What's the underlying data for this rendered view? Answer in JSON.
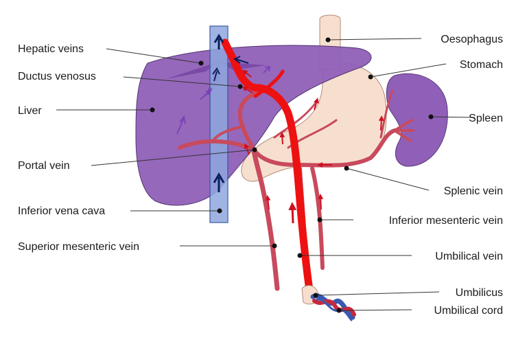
{
  "diagram": {
    "labels": {
      "hepatic_veins": "Hepatic veins",
      "ductus_venosus": "Ductus venosus",
      "liver": "Liver",
      "portal_vein": "Portal vein",
      "inferior_vena_cava": "Inferior vena cava",
      "superior_mesenteric_vein": "Superior mesenteric vein",
      "oesophagus": "Oesophagus",
      "stomach": "Stomach",
      "spleen": "Spleen",
      "splenic_vein": "Splenic vein",
      "inferior_mesenteric_vein": "Inferior mesenteric vein",
      "umbilical_vein": "Umbilical vein",
      "umbilicus": "Umbilicus",
      "umbilical_cord": "Umbilical cord"
    },
    "colors": {
      "liver": "#9060b8",
      "liver_dark": "#7a4aa6",
      "ivc": "#8fa8de",
      "ivc_stroke": "#3a5aa8",
      "stomach": "#f7dfcf",
      "portal_system": "#c84a5c",
      "portal_light": "#e07a88",
      "umbilical_vein": "#ee1111",
      "cord_blue": "#3a5ab0",
      "cord_red": "#c8283c",
      "arrow_blue": "#0a1f5c",
      "arrow_purple": "#7a40b8"
    }
  }
}
